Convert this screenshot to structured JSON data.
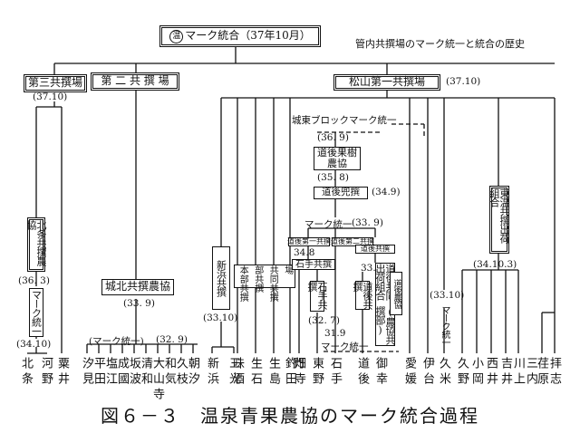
{
  "top_box": {
    "mark": "温",
    "label": "マーク統合（37年10月）"
  },
  "note": "管内共撰場のマーク統一と統合の歴史",
  "level1": {
    "third": "第三共撰場",
    "third_date": "(37.10)",
    "second": "第 二 共 撰 場",
    "matsuyama": "松山第一共撰場",
    "matsuyama_date": "(37.10)"
  },
  "third_branch": {
    "kitajo": "北条共撰農協",
    "kitajo_date": "(36. 3)",
    "mark": "マーク統一",
    "mark_date": "(34.10)",
    "leaves": [
      "北条",
      "河野",
      "粟井"
    ]
  },
  "second_branch": {
    "jouhoku": "城北共撰農協",
    "jouhoku_date": "(33. 9)",
    "mark_label": "(マーク統一)",
    "mark_date": "(32. 9)",
    "leaves": [
      "汐見",
      "平田",
      "塩江",
      "成國",
      "坂波",
      "清和",
      "大山寺",
      "和気",
      "久枝",
      "朝汐"
    ]
  },
  "matsuyama_branch": {
    "shinhama": "新浜共撰",
    "shinhama_date": "(33.10)",
    "honbu": "本部共撰",
    "bukyo": "部共撰",
    "kyodo": "共同共撰",
    "jyo": "場",
    "block_mark": "城東ブロックマーク統一",
    "block_date": "(36. 9)",
    "dogo_kaju": "道後果樹農協",
    "dogo_kaju_date": "(35. 8)",
    "dogo_kyousen": "道後兜撰",
    "dogo_kyousen_date": "(34.9)",
    "mark2": "マーク統一",
    "mark2_date": "(33. 9)",
    "small1": "道後第一共撰",
    "small2": "道後第二共撰",
    "small3": "道後共撰",
    "ishite": "石手共撰",
    "ishite_date": "34.8",
    "ishite_kyo": "石手共撰",
    "ishite_kyo_date": "(32. 7)",
    "dogo_k": "道後共撰",
    "dogo_assoc": "道後共同出荷組合",
    "dogo_assoc2": "(農協共撰部)",
    "dogo_nokyo": "道後農協",
    "d339": "33.9",
    "d319": "31.9",
    "mark3": "マーク統一",
    "onsen": "東温共撰出荷組合",
    "onsen_date": "(34.10.3)",
    "d3310b": "(33.10)",
    "mark4": "マーク統一",
    "leaves": [
      "新浜",
      "三光",
      "味酒",
      "生石",
      "生島",
      "釣田",
      "門",
      "畑寺",
      "東野",
      "石手",
      "道後",
      "御幸",
      "愛媛",
      "伊台",
      "久米",
      "久野",
      "小岡",
      "西井",
      "吉井",
      "川上",
      "三内",
      "荏原",
      "拝志"
    ]
  },
  "caption": "図６－３　温泉青果農協のマーク統合過程"
}
